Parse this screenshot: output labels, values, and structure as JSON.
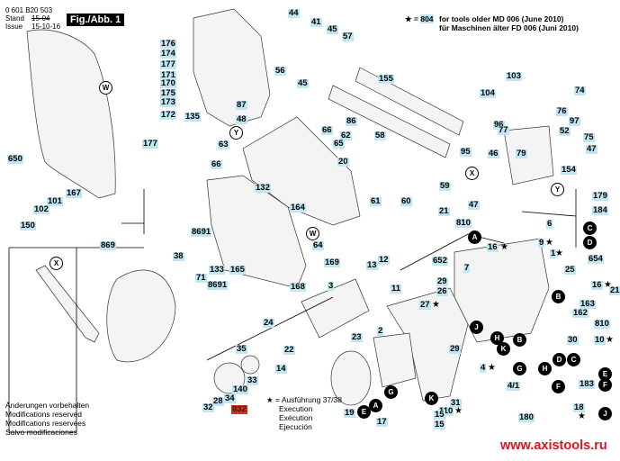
{
  "header": {
    "doc_number": "0 601 B20 503",
    "stand_label": "Stand",
    "issue_label": "Issue",
    "stand_date_struck": "15-04",
    "issue_date": "15-10-16",
    "figure_label": "Fig./Abb. 1"
  },
  "note": {
    "star": "★",
    "equals": "=",
    "part": "804",
    "line1": "for tools older MD 006 (June 2010)",
    "line2": "für Maschinen älter FD 006 (Juni 2010)"
  },
  "legend": {
    "star_line": "★ = Ausführung 37/38",
    "lines": [
      "Execution",
      "Exécution",
      "Ejecución"
    ]
  },
  "footer": {
    "modifications": [
      "Änderungen vorbehalten",
      "Modifications reserved",
      "Modifications reservees",
      "Salvo modificaciones"
    ],
    "url": "www.axistools.ru"
  },
  "parts": [
    {
      "id": "44"
    },
    {
      "id": "41"
    },
    {
      "id": "45a",
      "label": "45"
    },
    {
      "id": "57"
    },
    {
      "id": "56"
    },
    {
      "id": "45b",
      "label": "45"
    },
    {
      "id": "176"
    },
    {
      "id": "174"
    },
    {
      "id": "177a",
      "label": "177"
    },
    {
      "id": "171"
    },
    {
      "id": "170"
    },
    {
      "id": "175"
    },
    {
      "id": "173"
    },
    {
      "id": "172"
    },
    {
      "id": "177b",
      "label": "177"
    },
    {
      "id": "135"
    },
    {
      "id": "87"
    },
    {
      "id": "48"
    },
    {
      "id": "63"
    },
    {
      "id": "66a",
      "label": "66"
    },
    {
      "id": "62"
    },
    {
      "id": "65"
    },
    {
      "id": "86"
    },
    {
      "id": "58"
    },
    {
      "id": "155"
    },
    {
      "id": "103"
    },
    {
      "id": "74"
    },
    {
      "id": "104"
    },
    {
      "id": "76"
    },
    {
      "id": "96"
    },
    {
      "id": "97"
    },
    {
      "id": "77"
    },
    {
      "id": "52"
    },
    {
      "id": "75"
    },
    {
      "id": "95"
    },
    {
      "id": "46"
    },
    {
      "id": "79"
    },
    {
      "id": "47a",
      "label": "47"
    },
    {
      "id": "154"
    },
    {
      "id": "59"
    },
    {
      "id": "47b",
      "label": "47"
    },
    {
      "id": "179"
    },
    {
      "id": "184"
    },
    {
      "id": "6"
    },
    {
      "id": "654"
    },
    {
      "id": "650"
    },
    {
      "id": "167"
    },
    {
      "id": "101"
    },
    {
      "id": "102"
    },
    {
      "id": "150"
    },
    {
      "id": "66b",
      "label": "66"
    },
    {
      "id": "20"
    },
    {
      "id": "132"
    },
    {
      "id": "164"
    },
    {
      "id": "61"
    },
    {
      "id": "60"
    },
    {
      "id": "64"
    },
    {
      "id": "8691a",
      "label": "8691"
    },
    {
      "id": "869"
    },
    {
      "id": "38"
    },
    {
      "id": "133"
    },
    {
      "id": "165"
    },
    {
      "id": "71"
    },
    {
      "id": "169"
    },
    {
      "id": "168"
    },
    {
      "id": "8691b",
      "label": "8691"
    },
    {
      "id": "21a",
      "label": "21"
    },
    {
      "id": "810a",
      "label": "810"
    },
    {
      "id": "16a",
      "label": "16"
    },
    {
      "id": "9",
      "label": "9"
    },
    {
      "id": "1",
      "label": "1"
    },
    {
      "id": "652"
    },
    {
      "id": "7"
    },
    {
      "id": "25"
    },
    {
      "id": "29a",
      "label": "29"
    },
    {
      "id": "26"
    },
    {
      "id": "16b",
      "label": "16"
    },
    {
      "id": "21b",
      "label": "21"
    },
    {
      "id": "163"
    },
    {
      "id": "162"
    },
    {
      "id": "810b",
      "label": "810"
    },
    {
      "id": "30"
    },
    {
      "id": "10",
      "label": "10"
    },
    {
      "id": "13"
    },
    {
      "id": "12"
    },
    {
      "id": "11"
    },
    {
      "id": "3"
    },
    {
      "id": "27",
      "label": "27"
    },
    {
      "id": "24"
    },
    {
      "id": "22"
    },
    {
      "id": "14"
    },
    {
      "id": "35"
    },
    {
      "id": "2"
    },
    {
      "id": "23"
    },
    {
      "id": "29b",
      "label": "29"
    },
    {
      "id": "4",
      "label": "4"
    },
    {
      "id": "4/1"
    },
    {
      "id": "183"
    },
    {
      "id": "33"
    },
    {
      "id": "140"
    },
    {
      "id": "34"
    },
    {
      "id": "28"
    },
    {
      "id": "32"
    },
    {
      "id": "832"
    },
    {
      "id": "31"
    },
    {
      "id": "110",
      "label": "110"
    },
    {
      "id": "180"
    },
    {
      "id": "18",
      "label": "18"
    },
    {
      "id": "19"
    },
    {
      "id": "17"
    },
    {
      "id": "15a",
      "label": "15"
    },
    {
      "id": "15b",
      "label": "15"
    }
  ],
  "callouts": [
    "W",
    "Y",
    "X",
    "A",
    "B",
    "C",
    "D",
    "E",
    "F",
    "G",
    "H",
    "J",
    "K"
  ]
}
